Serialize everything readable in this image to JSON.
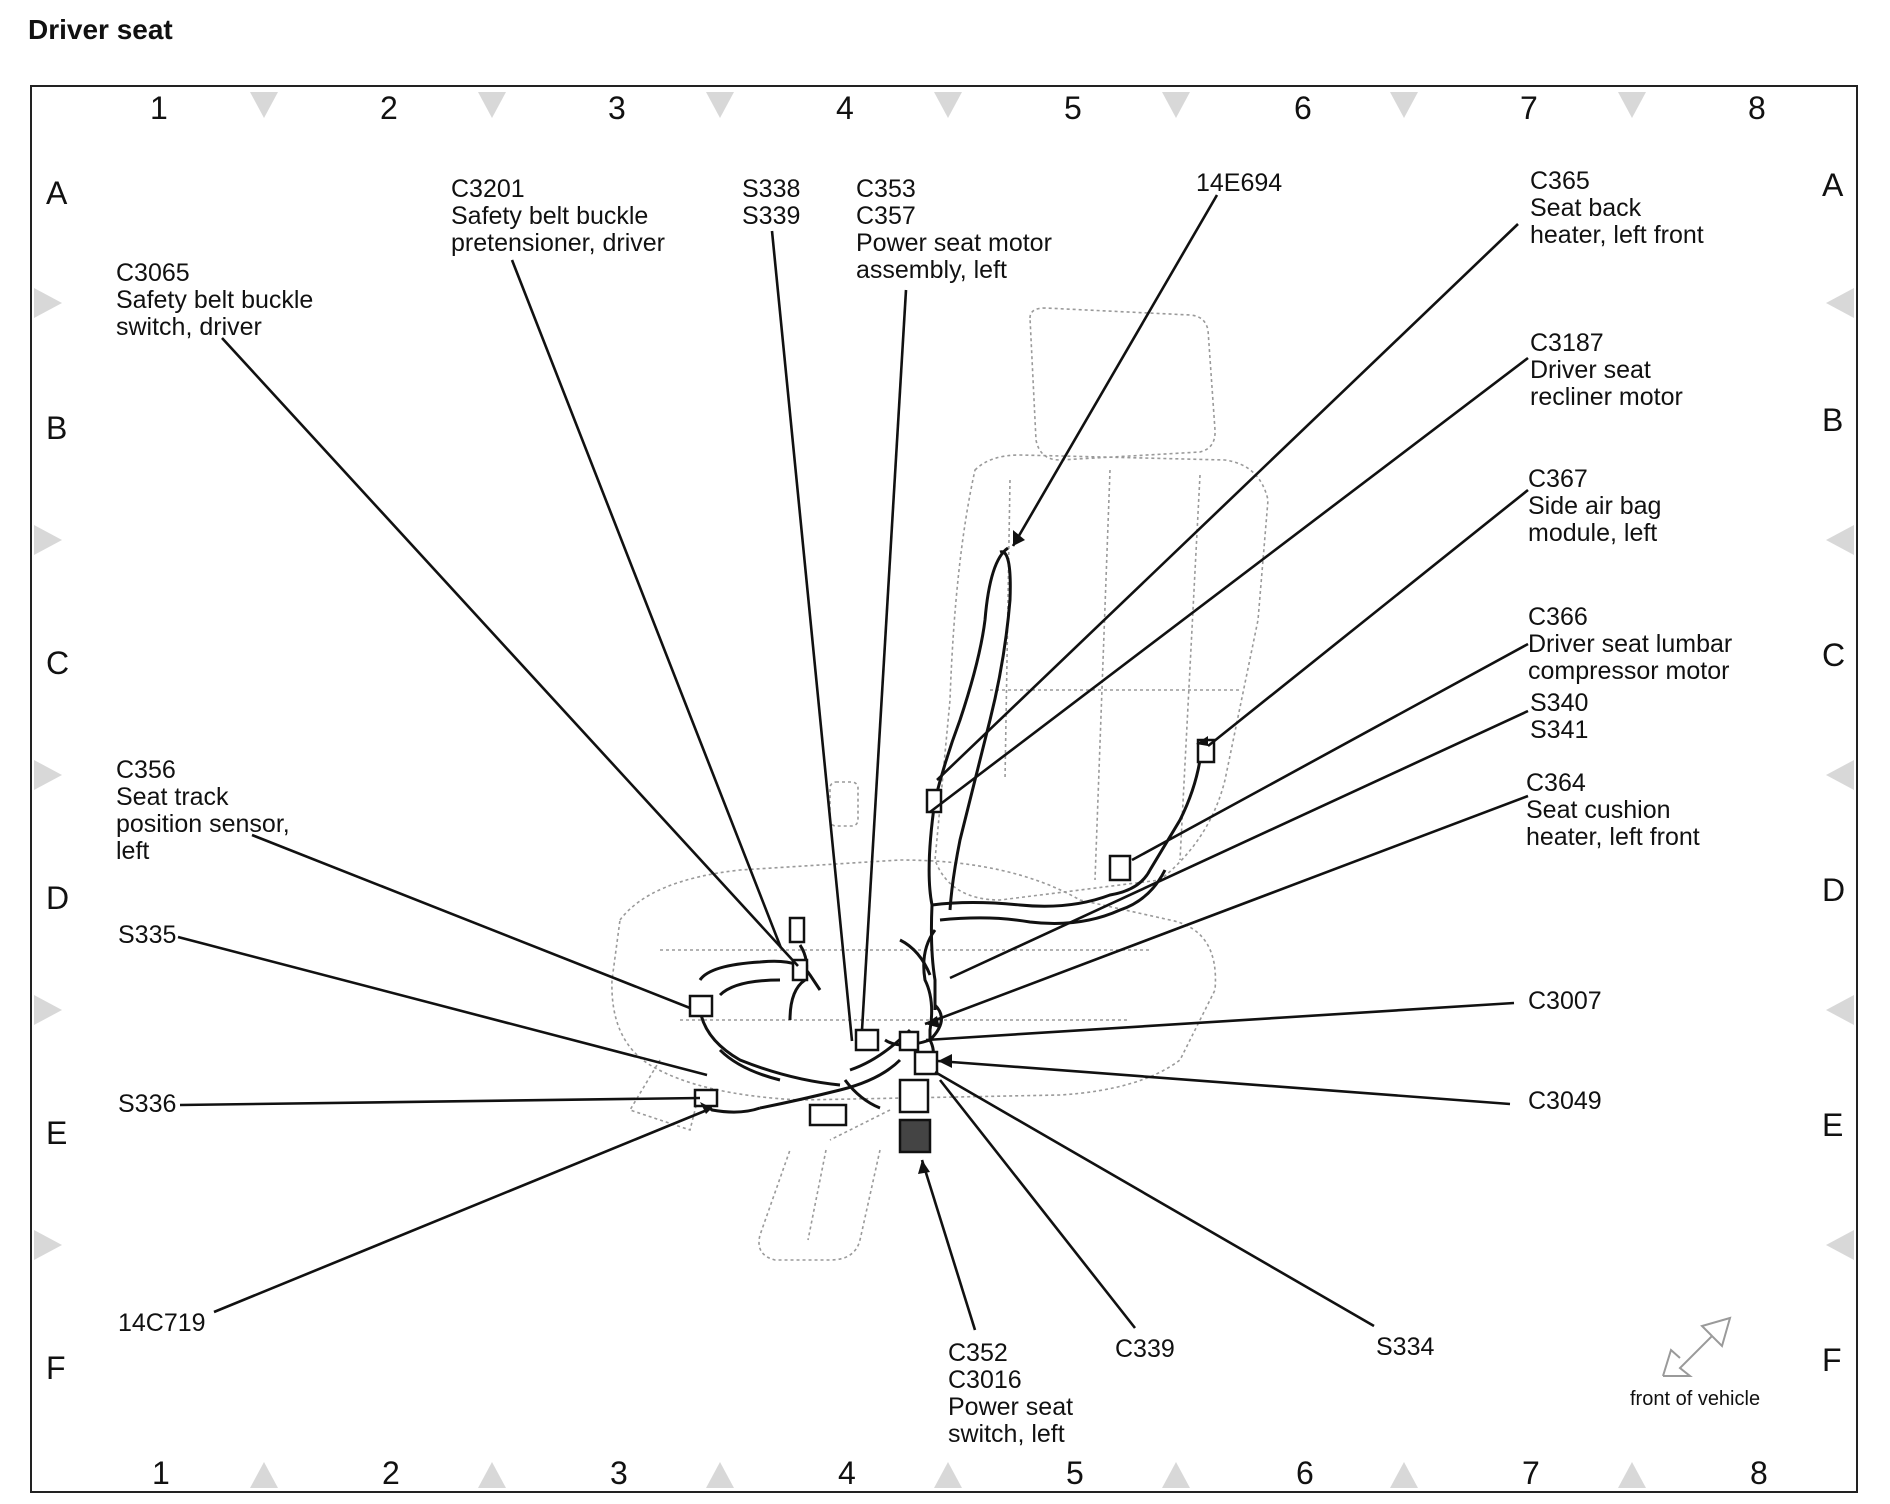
{
  "title": "Driver seat",
  "columns": [
    "1",
    "2",
    "3",
    "4",
    "5",
    "6",
    "7",
    "8"
  ],
  "rows": [
    "A",
    "B",
    "C",
    "D",
    "E",
    "F"
  ],
  "callouts": {
    "c3065": [
      "C3065",
      "Safety belt buckle",
      "switch, driver"
    ],
    "c3201": [
      "C3201",
      "Safety belt buckle",
      "pretensioner, driver"
    ],
    "s338": [
      "S338",
      "S339"
    ],
    "c353": [
      "C353",
      "C357",
      "Power seat motor",
      "assembly, left"
    ],
    "e694": [
      "14E694"
    ],
    "c365": [
      "C365",
      "Seat back",
      "heater, left front"
    ],
    "c3187": [
      "C3187",
      "Driver seat",
      "recliner motor"
    ],
    "c367": [
      "C367",
      "Side air bag",
      "module, left"
    ],
    "c366": [
      "C366",
      "Driver seat lumbar",
      "compressor motor"
    ],
    "s340": [
      "S340",
      "S341"
    ],
    "c364": [
      "C364",
      "Seat cushion",
      "heater, left front"
    ],
    "c3007": [
      "C3007"
    ],
    "c3049": [
      "C3049"
    ],
    "c356": [
      "C356",
      "Seat track",
      "position sensor,",
      "left"
    ],
    "s335": [
      "S335"
    ],
    "s336": [
      "S336"
    ],
    "c719": [
      "14C719"
    ],
    "c352": [
      "C352",
      "C3016",
      "Power seat",
      "switch, left"
    ],
    "c339": [
      "C339"
    ],
    "s334": [
      "S334"
    ]
  },
  "front_of_vehicle": "front of vehicle"
}
